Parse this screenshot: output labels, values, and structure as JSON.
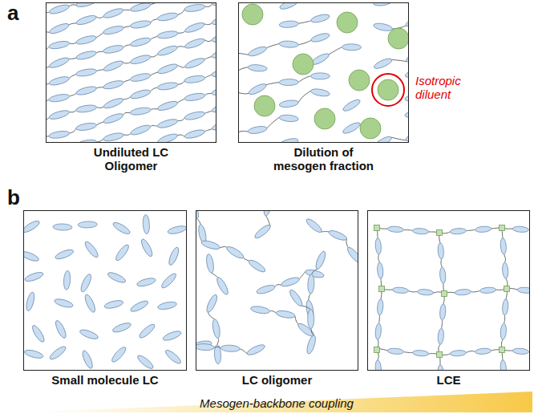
{
  "diagram": {
    "nodes": [
      {
        "text": [
          "Undiluted LC Oligomer"
        ]
      },
      {
        "text": [
          "Dilution of mesogen fraction"
        ]
      },
      {
        "text": [
          "Small molecule LC"
        ]
      },
      {
        "text": [
          "LC oligomer"
        ]
      },
      {
        "text": [
          "LCE"
        ]
      }
    ],
    "labels": [
      "a",
      "Isotropic diluent",
      "b",
      "Mesogen-backbone coupling"
    ]
  }
}
